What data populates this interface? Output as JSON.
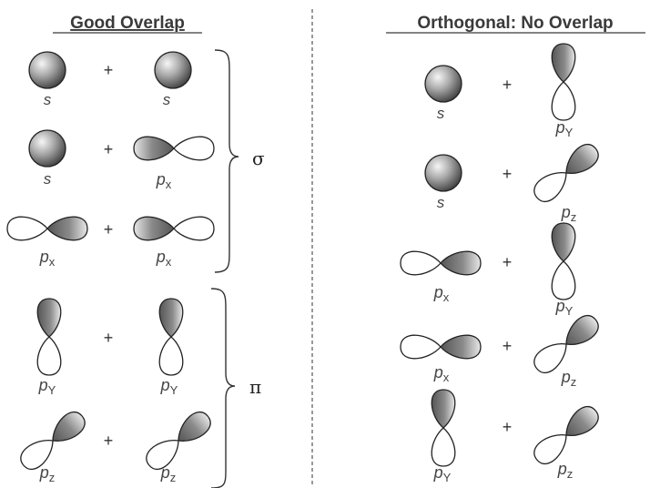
{
  "headings": {
    "good": "Good Overlap",
    "orthogonal": "Orthogonal: No Overlap"
  },
  "operator": "+",
  "bond_labels": {
    "sigma": "σ",
    "pi": "π"
  },
  "good_overlap_pairs": [
    {
      "left": "s",
      "right": "s"
    },
    {
      "left": "s",
      "right": "px"
    },
    {
      "left": "px",
      "right": "px"
    },
    {
      "left": "py",
      "right": "py"
    },
    {
      "left": "pz",
      "right": "pz"
    }
  ],
  "orthogonal_pairs": [
    {
      "left": "s",
      "right": "py"
    },
    {
      "left": "s",
      "right": "pz"
    },
    {
      "left": "px",
      "right": "py"
    },
    {
      "left": "px",
      "right": "pz"
    },
    {
      "left": "py",
      "right": "pz"
    }
  ],
  "orbital_labels": {
    "s": {
      "base": "s",
      "sub": ""
    },
    "px": {
      "base": "p",
      "sub": "x"
    },
    "py": {
      "base": "p",
      "sub": "Y"
    },
    "pz": {
      "base": "p",
      "sub": "z"
    }
  },
  "colors": {
    "ink": "#222222",
    "shade_dark": "#3a3a3a",
    "shade_mid": "#8a8a8a",
    "shade_light": "#f4f4f4",
    "divider": "#555555"
  }
}
